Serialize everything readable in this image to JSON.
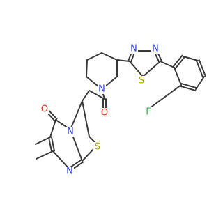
{
  "atom_labels": {
    "O_ketone": "O",
    "O_lactam": "O",
    "N_piperidine": "N",
    "N_pyrimidine_fused": "N",
    "N_pyrimidine": "N",
    "S_thiazolidine": "S",
    "S_thiadiazole": "S",
    "N_thiadiazole_left": "N",
    "N_thiadiazole_right": "N",
    "F": "F"
  },
  "colors": {
    "bond": "#3a3a3a",
    "oxygen": "#e0301e",
    "nitrogen": "#2a3fd6",
    "sulfur": "#b8a200",
    "fluorine": "#33b84a",
    "background": "#ffffff"
  }
}
